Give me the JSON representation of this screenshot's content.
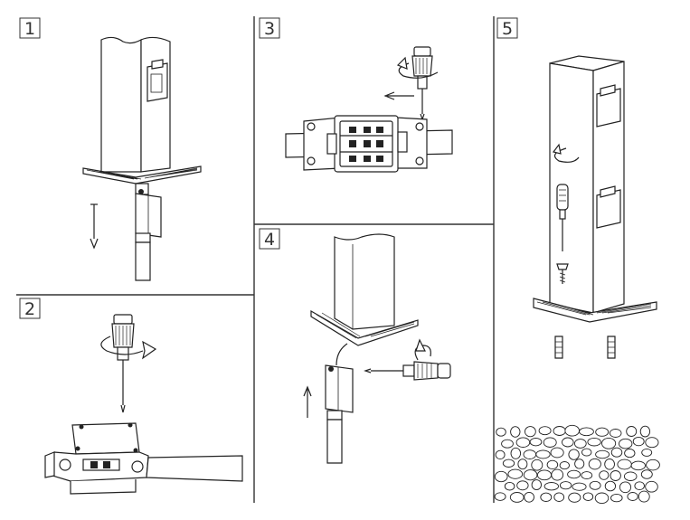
{
  "steps": [
    {
      "number": "1"
    },
    {
      "number": "2"
    },
    {
      "number": "3"
    },
    {
      "number": "4"
    },
    {
      "number": "5"
    }
  ]
}
